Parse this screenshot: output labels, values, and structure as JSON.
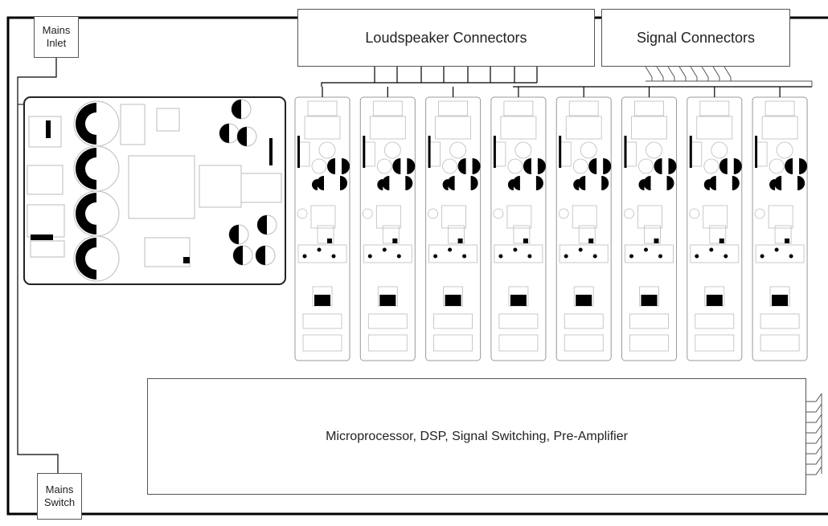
{
  "labels": {
    "mains_inlet": "Mains\nInlet",
    "mains_switch": "Mains\nSwitch",
    "loudspeaker_connectors": "Loudspeaker Connectors",
    "signal_connectors": "Signal Connectors",
    "processor_block": "Microprocessor, DSP, Signal Switching, Pre-Amplifier"
  },
  "amp_module_count": 8,
  "colors": {
    "line": "#000000",
    "board_outline": "#999999",
    "board_fill": "#ffffff",
    "psu_border": "#222222"
  }
}
